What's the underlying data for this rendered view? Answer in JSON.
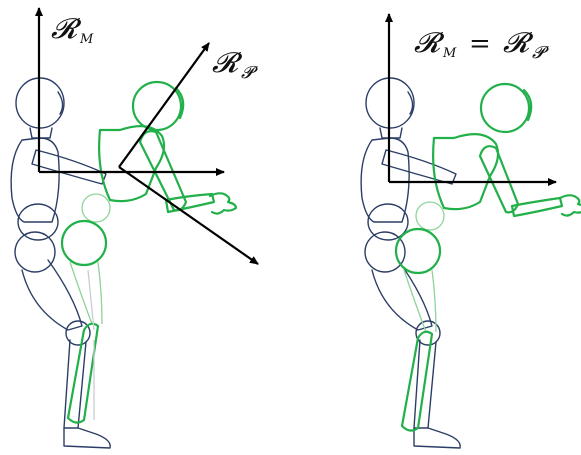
{
  "left_panel": {
    "label_mannequin_frame": "𝓡",
    "label_mannequin_sub": "M",
    "label_person_frame": "𝓡",
    "label_person_sub": "𝓟"
  },
  "right_panel": {
    "label_frame_R": "𝓡",
    "label_frame_sub_M": "M",
    "label_equals": "=",
    "label_frame_R2": "𝓡",
    "label_frame_sub_P": "𝓟"
  },
  "colors": {
    "mannequin": "#2c3e66",
    "person": "#22b04a",
    "person_light": "#8fd49a",
    "axes": "#000000"
  }
}
